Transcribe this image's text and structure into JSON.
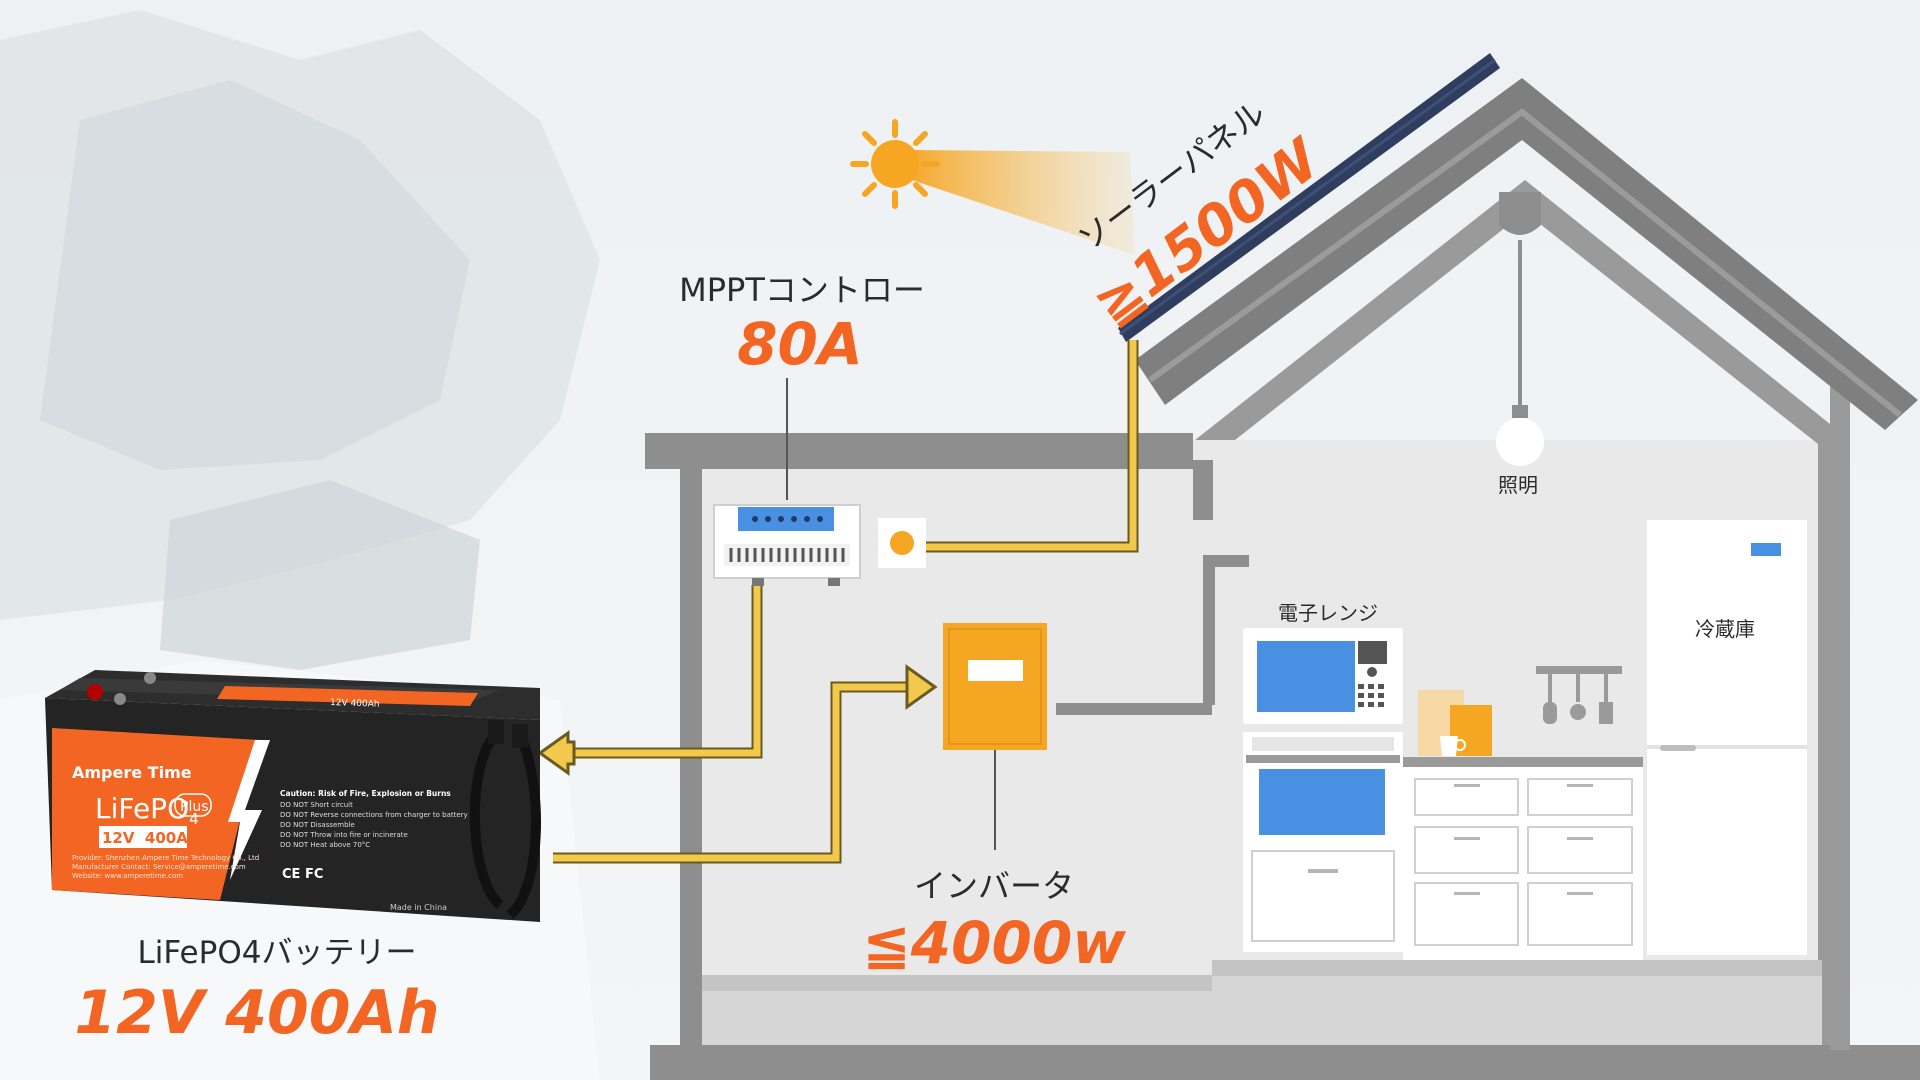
{
  "labels": {
    "solar_name": "ソーラーパネル",
    "solar_value": "≧1500W",
    "mppt_name": "MPPTコントロー",
    "mppt_value": "80A",
    "inverter_name": "インバータ",
    "inverter_value": "≦4000w",
    "battery_name": "LiFePO4バッテリー",
    "battery_value": "12V 400Ah",
    "light": "照明",
    "microwave": "電子レンジ",
    "fridge": "冷蔵庫"
  },
  "battery_product": {
    "brand": "Ampere Time",
    "chem": "LiFePO",
    "sub": "4",
    "plus": "Plus",
    "spec": "12V  400Ah",
    "top_label": "12V 400Ah",
    "caution_title": "Caution: Risk of Fire, Explosion or Burns",
    "caution_lines": [
      "DO NOT Short circuit",
      "DO NOT Reverse connections from charger to battery",
      "DO NOT Disassemble",
      "DO NOT Throw into fire or incinerate",
      "DO NOT Heat above 70°C"
    ],
    "provider_lines": [
      "Provider: Shenzhen Ampere Time Technology Co., Ltd",
      "Manufacturer Contact: Service@amperetime.com",
      "Website: www.amperetime.com"
    ],
    "certs": "CE FC",
    "made_in": "Made in China"
  },
  "colors": {
    "accent_orange": "#f26522",
    "wire_yellow": "#f2c94c",
    "inverter_orange": "#f5a623",
    "house_gray": "#8e8e8e",
    "appliance_blue": "#4a90e2"
  }
}
